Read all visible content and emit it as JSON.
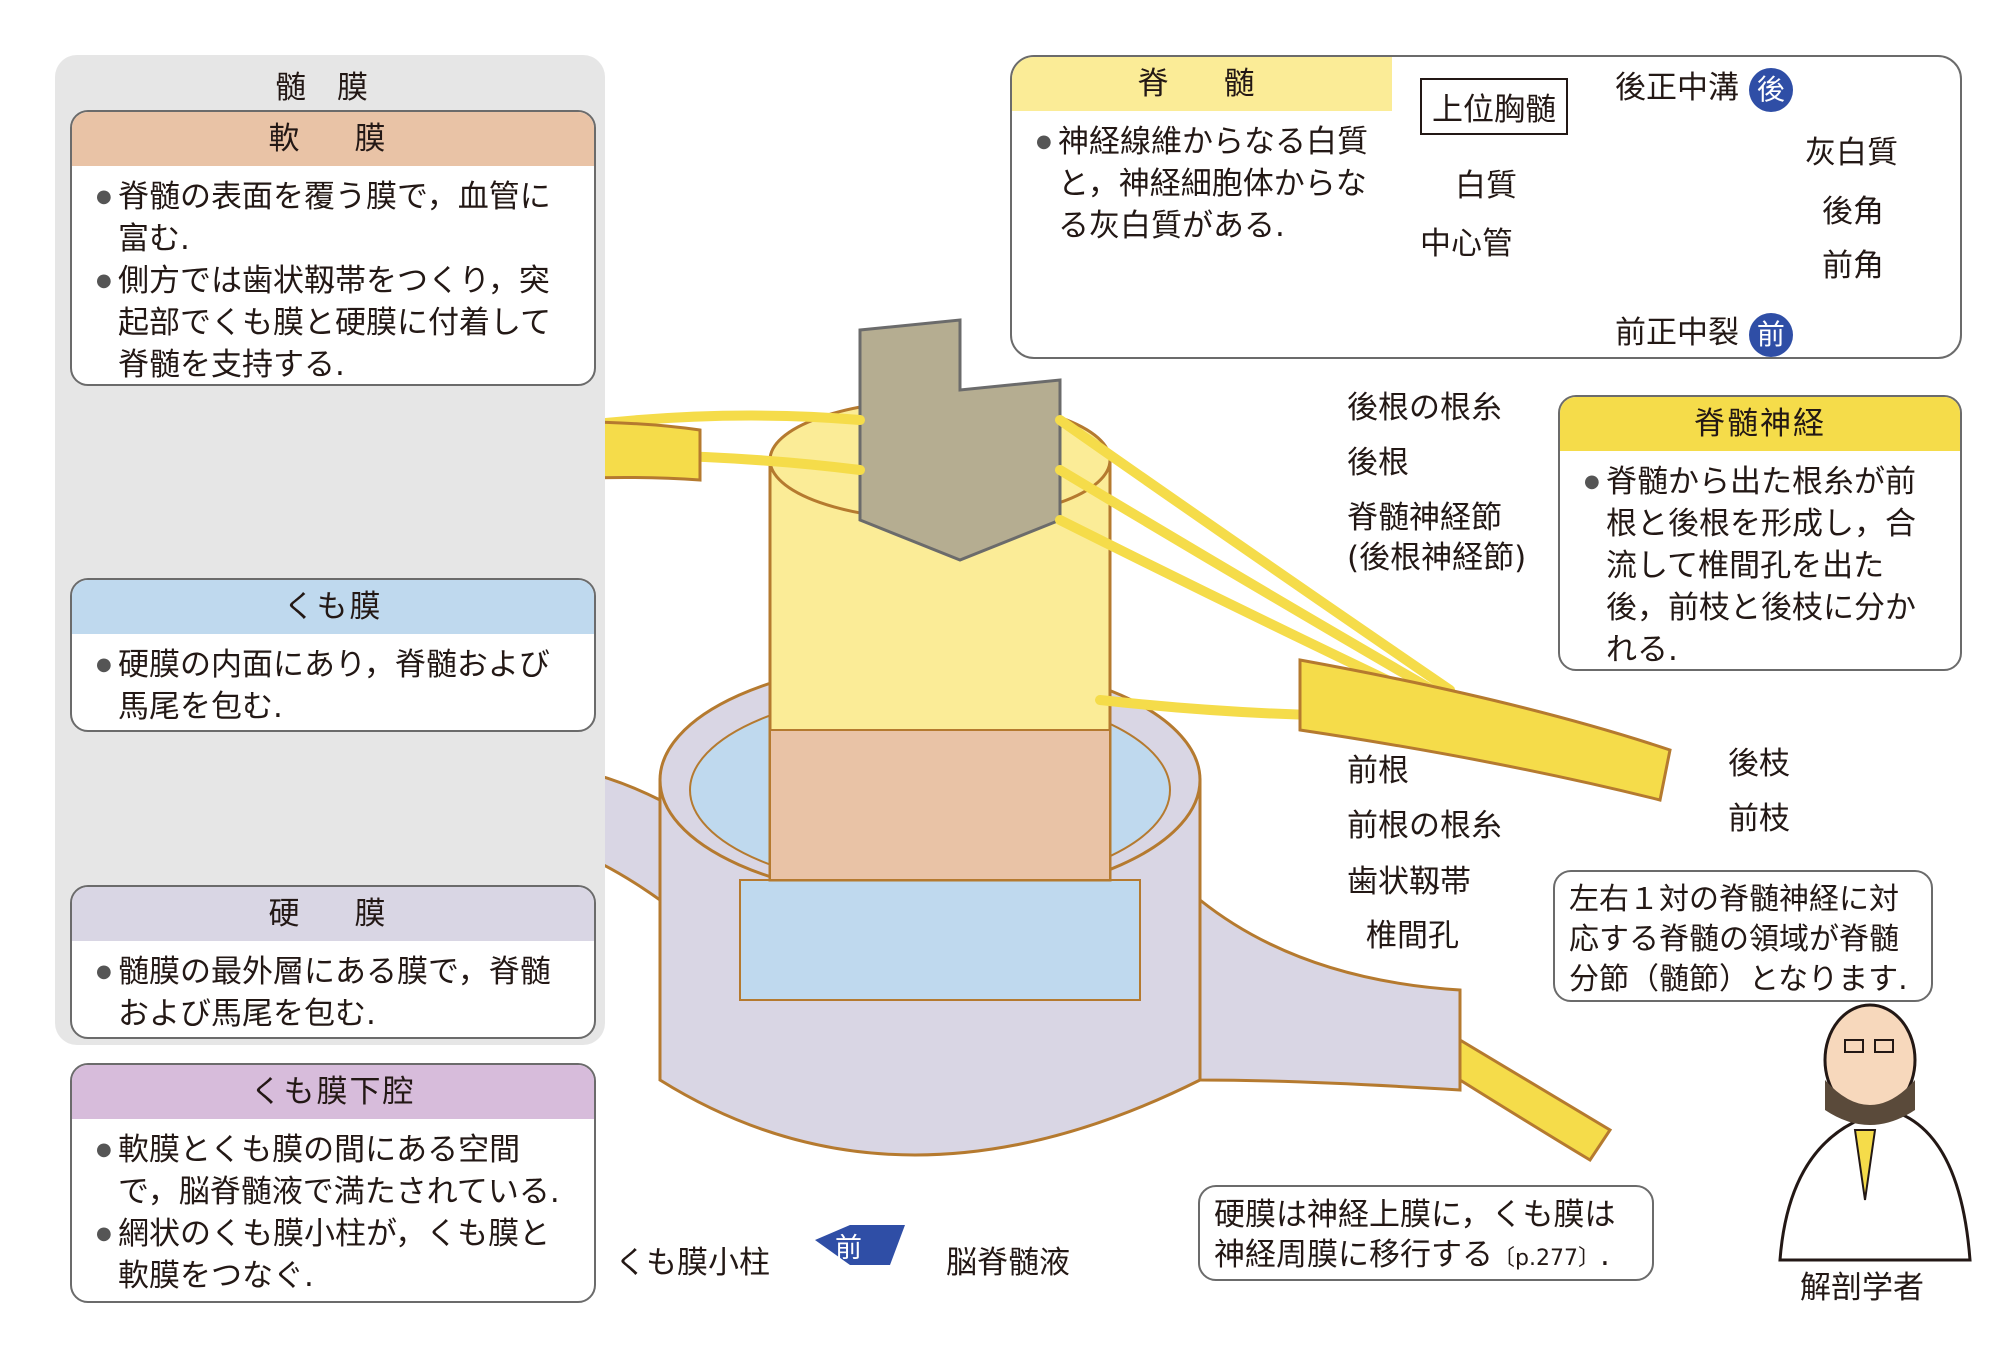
{
  "meninges_title": "髄　膜",
  "pia": {
    "title": "軟　膜",
    "items": [
      "脊髄の表面を覆う膜で，血管に富む.",
      "側方では歯状靱帯をつくり，突起部でくも膜と硬膜に付着して脊髄を支持する."
    ]
  },
  "arachnoid": {
    "title": "くも膜",
    "items": [
      "硬膜の内面にあり，脊髄および馬尾を包む."
    ]
  },
  "dura": {
    "title": "硬　膜",
    "items": [
      "髄膜の最外層にある膜で，脊髄および馬尾を包む."
    ]
  },
  "subarachnoid": {
    "title": "くも膜下腔",
    "items": [
      "軟膜とくも膜の間にある空間で，脳脊髄液で満たされている.",
      "網状のくも膜小柱が，くも膜と軟膜をつなぐ."
    ]
  },
  "spinal_cord": {
    "title": "脊　髄",
    "items": [
      "神経線維からなる白質と，神経細胞体からなる灰白質がある."
    ]
  },
  "cross_section": {
    "level": "上位胸髄",
    "posterior_median_sulcus": "後正中溝",
    "posterior_badge": "後",
    "anterior_median_fissure": "前正中裂",
    "anterior_badge": "前",
    "gray_matter": "灰白質",
    "white_matter": "白質",
    "central_canal": "中心管",
    "posterior_horn": "後角",
    "anterior_horn": "前角"
  },
  "spinal_nerve": {
    "title": "脊髄神経",
    "items": [
      "脊髄から出た根糸が前根と後根を形成し，合流して椎間孔を出た後，前枝と後枝に分かれる."
    ]
  },
  "labels": {
    "posterior_rootlets": "後根の根糸",
    "posterior_root": "後根",
    "ganglion": "脊髄神経節",
    "ganglion_alt": "(後根神経節)",
    "anterior_root": "前根",
    "anterior_rootlets": "前根の根糸",
    "denticulate": "歯状靱帯",
    "foramen": "椎間孔",
    "posterior_ramus": "後枝",
    "anterior_ramus": "前枝",
    "trabeculae": "くも膜小柱",
    "front": "前",
    "csf": "脳脊髄液"
  },
  "speech": "左右１対の脊髄神経に対応する脊髄の領域が脊髄分節（髄節）となります.",
  "dura_note": "硬膜は神経上膜に，くも膜は神経周膜に移行する",
  "dura_note_ref": "〔p.277〕",
  "dura_note_end": ".",
  "anatomist": "解剖学者",
  "colors": {
    "pia": "#e9c3a6",
    "arachnoid": "#bfd9ee",
    "dura": "#d9d6e4",
    "subarachnoid": "#d7bcdb",
    "spinal": "#fbec97",
    "nerve": "#f5dc4a",
    "outline": "#b57a2f"
  }
}
